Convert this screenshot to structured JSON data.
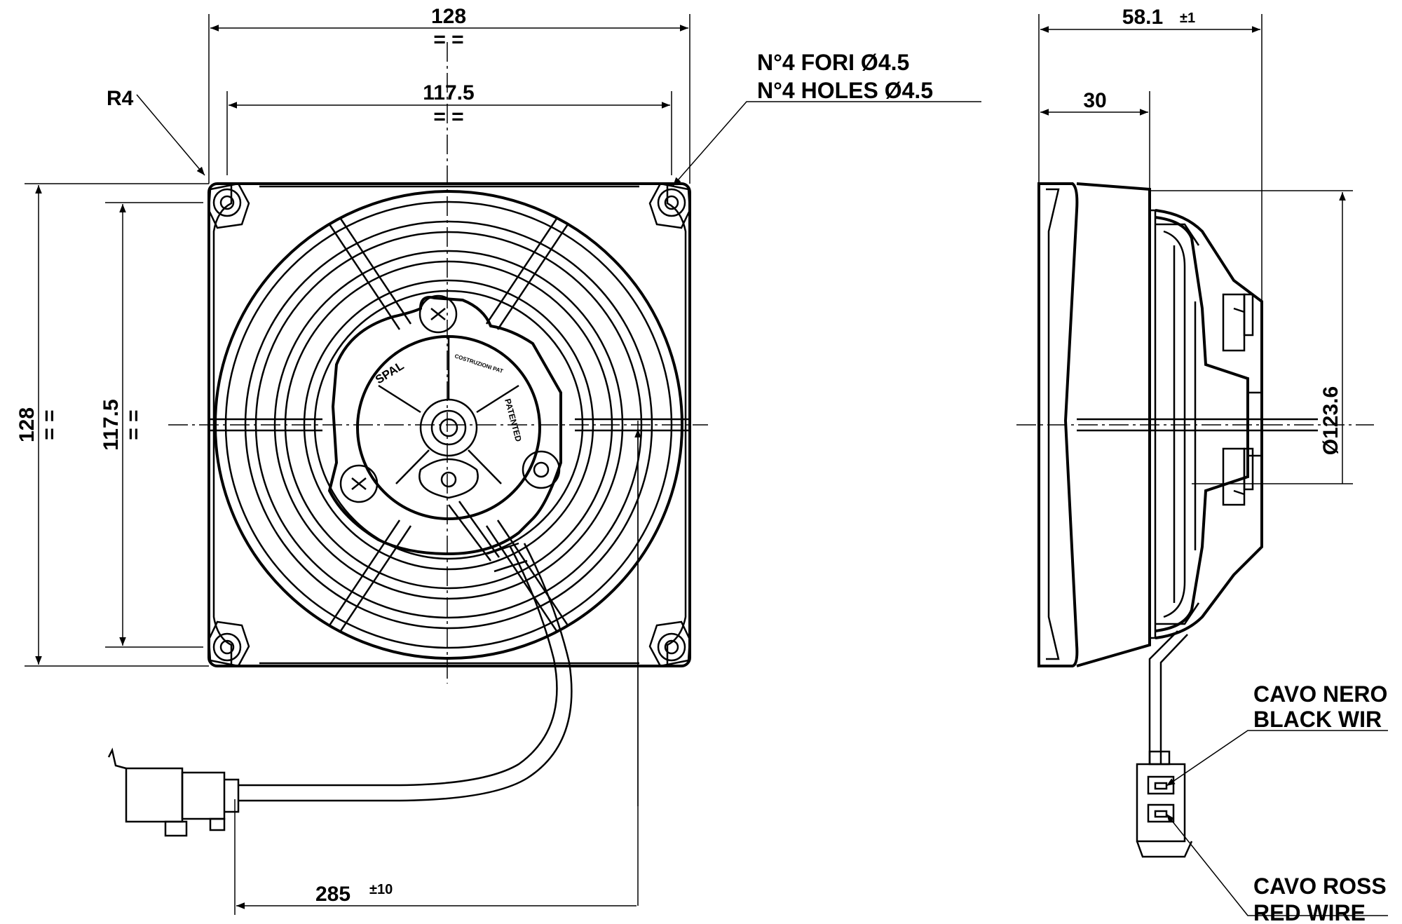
{
  "front_view": {
    "dim_width_outer": "128",
    "dim_width_holes": "117.5",
    "dim_height_outer": "128",
    "dim_height_holes": "117.5",
    "symmetry_mark": "= =",
    "corner_radius": "R4",
    "holes_it": "N°4 FORI  Ø4.5",
    "holes_en": "N°4 HOLES  Ø4.5",
    "cable_length": "285",
    "cable_tolerance": "±10",
    "brand_logo": "SPAL",
    "hub_text_patented": "PATENTED",
    "hub_text_small": "COSTRUZIONI PAT"
  },
  "side_view": {
    "dim_depth": "58.1",
    "dim_depth_tolerance": "±1",
    "dim_partial": "30",
    "dim_diameter": "Ø123.6",
    "black_wire_it": "CAVO NERO",
    "black_wire_en": "BLACK WIR",
    "red_wire_it": "CAVO ROSS",
    "red_wire_en": "RED WIRE"
  }
}
